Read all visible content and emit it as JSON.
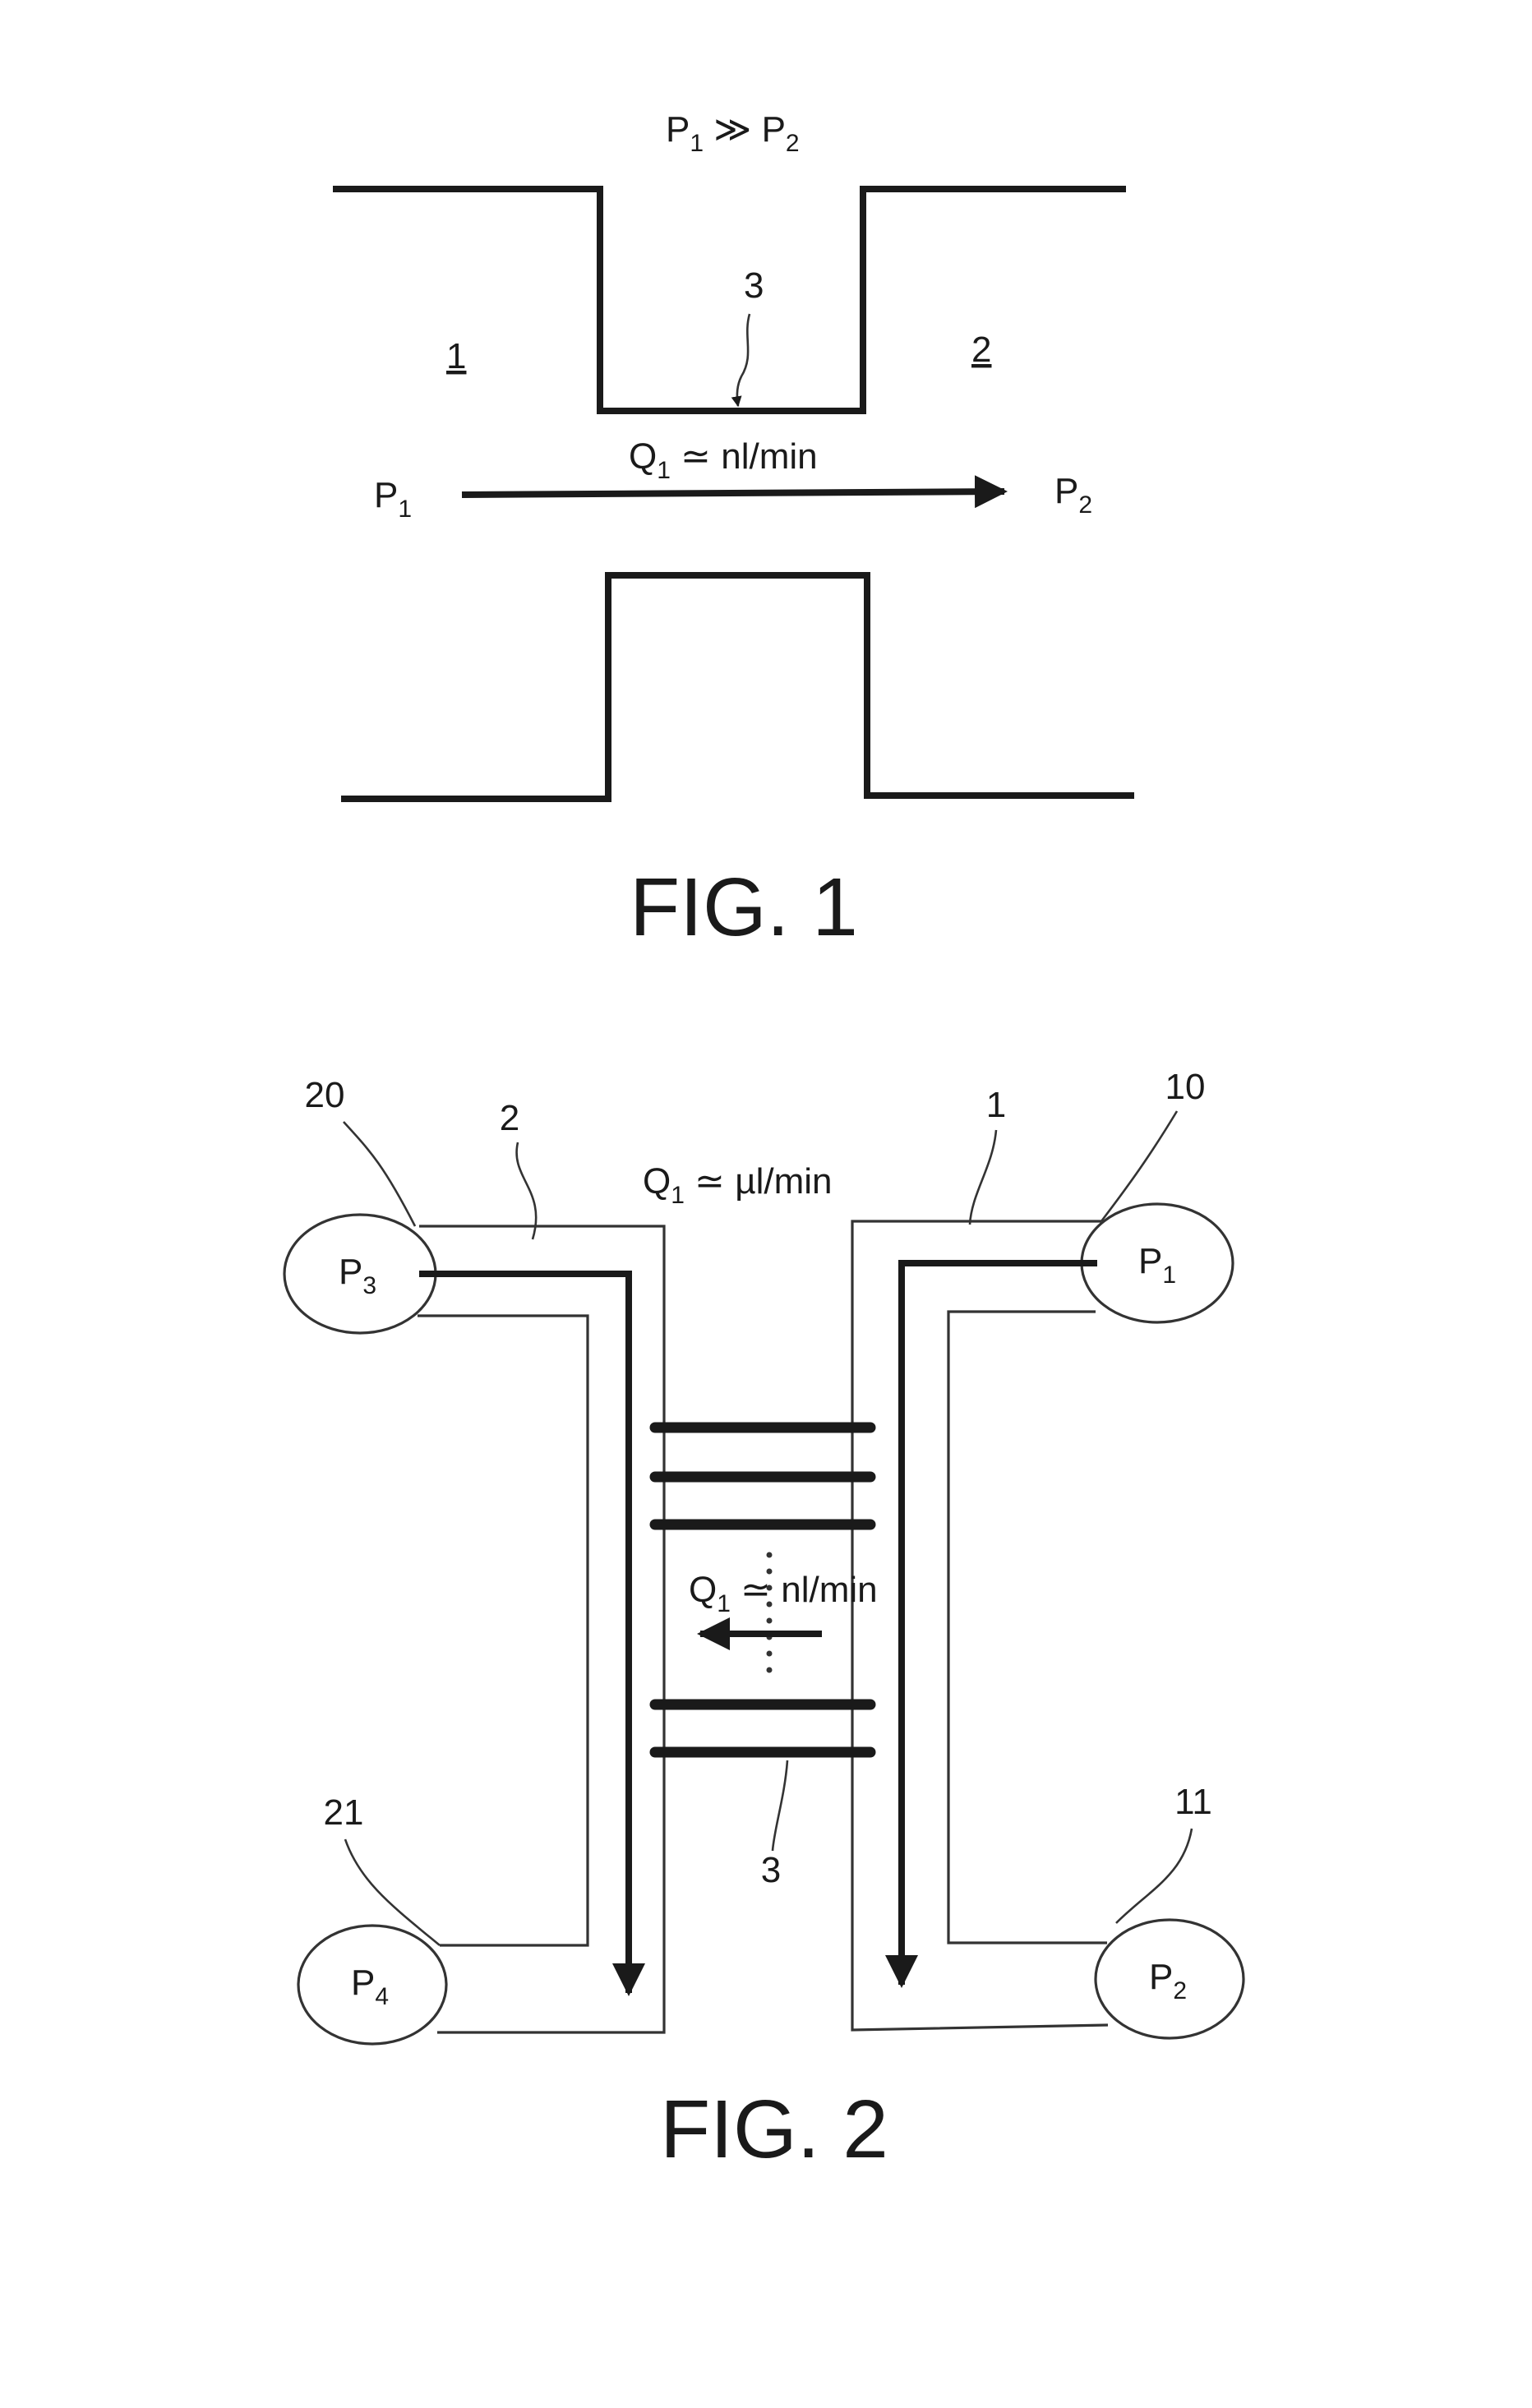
{
  "fig1": {
    "caption": "FIG. 1",
    "pressure_relation": {
      "left": "P",
      "left_sub": "1",
      "op": " ≫ ",
      "right": "P",
      "right_sub": "2"
    },
    "label_left_chamber": "1",
    "label_right_chamber": "2",
    "label_constriction": "3",
    "flow": {
      "q": "Q",
      "q_sub": "1",
      "rate": " ≃ nl/min"
    },
    "inlet": {
      "p": "P",
      "sub": "1"
    },
    "outlet": {
      "p": "P",
      "sub": "2"
    }
  },
  "fig2": {
    "caption": "FIG. 2",
    "ref_reservoir_p3": "20",
    "ref_channel_left": "2",
    "ref_channel_right": "1",
    "ref_reservoir_p1": "10",
    "ref_reservoir_p4": "21",
    "ref_reservoir_p2": "11",
    "ref_nanochannels": "3",
    "main_flow": {
      "q": "Q",
      "q_sub": "1",
      "rate": " ≃ µl/min"
    },
    "cross_flow": {
      "q": "Q",
      "q_sub": "1",
      "rate": " ≃ nl/min"
    },
    "reservoirs": {
      "p1": {
        "p": "P",
        "sub": "1"
      },
      "p2": {
        "p": "P",
        "sub": "2"
      },
      "p3": {
        "p": "P",
        "sub": "3"
      },
      "p4": {
        "p": "P",
        "sub": "4"
      }
    }
  }
}
